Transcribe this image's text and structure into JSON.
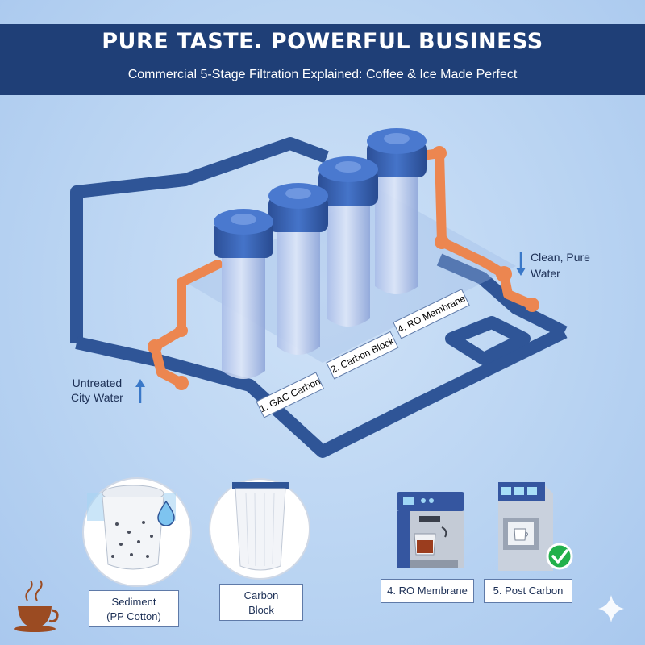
{
  "header": {
    "title": "PURE TASTE. POWERFUL BUSINESS",
    "subtitle": "Commercial 5-Stage Filtration Explained: Coffee & Ice Made Perfect"
  },
  "diagram": {
    "inlet_label_line1": "Untreated",
    "inlet_label_line2": "City Water",
    "outlet_label_line1": "Clean, Pure",
    "outlet_label_line2": "Water",
    "stage_tags": [
      "1. GAC Carbon",
      "2. Carbon Block",
      "4. RO Membrane"
    ]
  },
  "cards": {
    "sediment_line1": "Sediment",
    "sediment_line2": "(PP Cotton)",
    "carbon_line1": "Carbon",
    "carbon_line2": "Block",
    "ro_label": "4. RO Membrane",
    "post_carbon_label": "5. Post Carbon"
  },
  "colors": {
    "banner": "#1f3f77",
    "pipe": "#ee8a52",
    "frame": "#2f5597",
    "cap": "#3a64b5",
    "check": "#22b04b"
  },
  "icons": [
    "coffee-cup-icon",
    "sparkle-icon",
    "check-icon",
    "water-drop-icon",
    "arrow-up-icon",
    "arrow-down-icon"
  ]
}
